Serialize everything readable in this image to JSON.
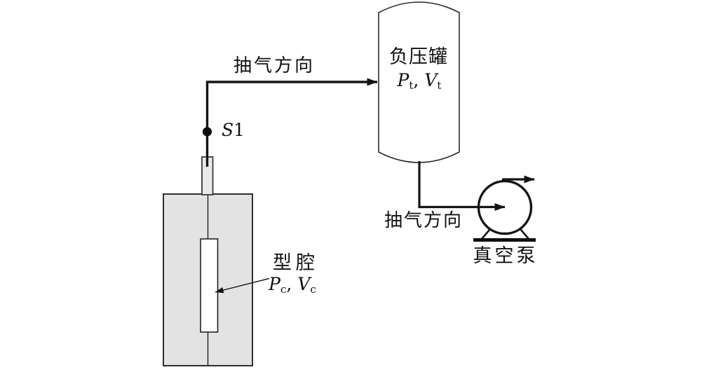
{
  "colors": {
    "line": "#141414",
    "mold_fill": "#e3e3e3",
    "tube_fill": "#e9e9e9",
    "cavity_fill": "#ffffff",
    "background": "#ffffff"
  },
  "labels": {
    "extraction_top": "抽气方向",
    "extraction_bottom": "抽气方向",
    "valve": {
      "letter": "S",
      "number": "1"
    },
    "tank": {
      "name": "负压罐",
      "p": "P",
      "p_sub": "t",
      "comma": ",",
      "v": "V",
      "v_sub": "t"
    },
    "cavity": {
      "name": "型腔",
      "p": "P",
      "p_sub": "c",
      "comma": ",",
      "v": "V",
      "v_sub": "c"
    },
    "pump": {
      "name": "真空泵"
    }
  }
}
